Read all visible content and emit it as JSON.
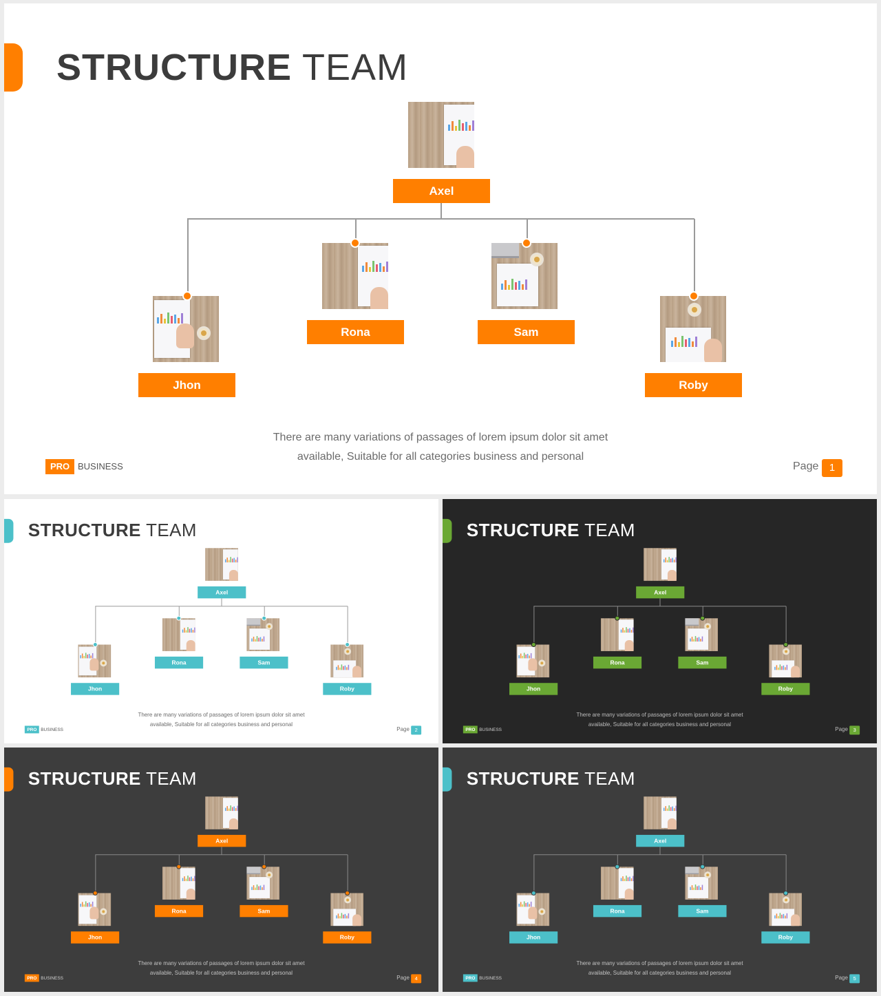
{
  "slides": [
    {
      "page": "1",
      "accent": "#ff7f00",
      "bg": "#ffffff",
      "title_color": "#3c3c3c",
      "text_color": "#6b6b6b",
      "footer_color": "#555555",
      "line_color": "#9a9a9a"
    },
    {
      "page": "2",
      "accent": "#4cc0c9",
      "bg": "#ffffff",
      "title_color": "#3c3c3c",
      "text_color": "#6b6b6b",
      "footer_color": "#555555",
      "line_color": "#9a9a9a"
    },
    {
      "page": "3",
      "accent": "#6aa834",
      "bg": "#262626",
      "title_color": "#ffffff",
      "text_color": "#bdbdbd",
      "footer_color": "#cfcfcf",
      "line_color": "#8a8a8a"
    },
    {
      "page": "4",
      "accent": "#ff7f00",
      "bg": "#3d3d3d",
      "title_color": "#ffffff",
      "text_color": "#c4c4c4",
      "footer_color": "#d0d0d0",
      "line_color": "#8a8a8a"
    },
    {
      "page": "5",
      "accent": "#4cc0c9",
      "bg": "#3d3d3d",
      "title_color": "#ffffff",
      "text_color": "#c4c4c4",
      "footer_color": "#d0d0d0",
      "line_color": "#8a8a8a"
    }
  ],
  "title_bold": "STRUCTURE",
  "title_light": "TEAM",
  "members": {
    "root": "Axel",
    "children": [
      "Jhon",
      "Rona",
      "Sam",
      "Roby"
    ]
  },
  "caption_line1": "There are many variations of passages of lorem ipsum dolor sit amet",
  "caption_line2": "available, Suitable for all categories business and personal",
  "footer_badge": "PRO",
  "footer_text": "BUSINESS",
  "page_label": "Page",
  "icons": {
    "photo": "team-member-photo"
  }
}
